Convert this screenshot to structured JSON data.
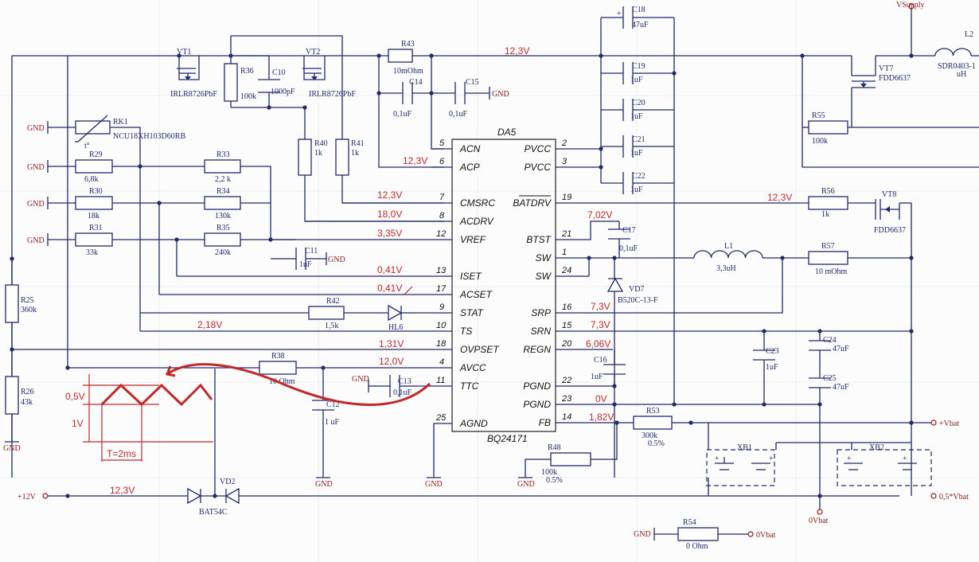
{
  "ic": {
    "ref": "DA5",
    "part": "BQ24171",
    "left_pins": [
      {
        "name": "ACN",
        "num": "5"
      },
      {
        "name": "ACP",
        "num": "6"
      },
      {
        "name": "CMSRC",
        "num": "7"
      },
      {
        "name": "ACDRV",
        "num": "8"
      },
      {
        "name": "VREF",
        "num": "12"
      },
      {
        "name": "ISET",
        "num": "13"
      },
      {
        "name": "ACSET",
        "num": "17"
      },
      {
        "name": "STAT",
        "num": "9"
      },
      {
        "name": "TS",
        "num": "10"
      },
      {
        "name": "OVPSET",
        "num": "18"
      },
      {
        "name": "AVCC",
        "num": "4"
      },
      {
        "name": "TTC",
        "num": "11"
      },
      {
        "name": "AGND",
        "num": "25"
      }
    ],
    "right_pins": [
      {
        "name": "PVCC",
        "num": "2"
      },
      {
        "name": "PVCC",
        "num": "3"
      },
      {
        "name": "BATDRV",
        "num": "19"
      },
      {
        "name": "BTST",
        "num": "21"
      },
      {
        "name": "SW",
        "num": "1"
      },
      {
        "name": "SW",
        "num": "24"
      },
      {
        "name": "SRP",
        "num": "16"
      },
      {
        "name": "SRN",
        "num": "15"
      },
      {
        "name": "REGN",
        "num": "20"
      },
      {
        "name": "PGND",
        "num": "22"
      },
      {
        "name": "PGND",
        "num": "23"
      },
      {
        "name": "FB",
        "num": "14"
      }
    ]
  },
  "resistors": [
    {
      "ref": "R36",
      "val": "100k"
    },
    {
      "ref": "R43",
      "val": "10mOhm"
    },
    {
      "ref": "R29",
      "val": "6,8k"
    },
    {
      "ref": "R33",
      "val": "2,2 k"
    },
    {
      "ref": "R30",
      "val": "18k"
    },
    {
      "ref": "R34",
      "val": "130k"
    },
    {
      "ref": "R31",
      "val": "33k"
    },
    {
      "ref": "R35",
      "val": "240k"
    },
    {
      "ref": "R40",
      "val": "1k"
    },
    {
      "ref": "R41",
      "val": "1k"
    },
    {
      "ref": "R42",
      "val": "1,5k"
    },
    {
      "ref": "R38",
      "val": "10 Ohm"
    },
    {
      "ref": "R25",
      "val": "360k"
    },
    {
      "ref": "R26",
      "val": "43k"
    },
    {
      "ref": "R55",
      "val": "100k"
    },
    {
      "ref": "R56",
      "val": "1k"
    },
    {
      "ref": "R57",
      "val": "10 mOhm"
    },
    {
      "ref": "R53",
      "val": "300k",
      "tol": "0.5%"
    },
    {
      "ref": "R48",
      "val": "100k",
      "tol": "0.5%"
    },
    {
      "ref": "R54",
      "val": "0 Ohm"
    }
  ],
  "capacitors": [
    {
      "ref": "C10",
      "val": "1000pF"
    },
    {
      "ref": "C14",
      "val": "0,1uF"
    },
    {
      "ref": "C15",
      "val": "0,1uF"
    },
    {
      "ref": "C11",
      "val": "1uF"
    },
    {
      "ref": "C13",
      "val": "0,1uF"
    },
    {
      "ref": "C12",
      "val": "1 uF"
    },
    {
      "ref": "C18",
      "val": "47uF"
    },
    {
      "ref": "C19",
      "val": "1uF"
    },
    {
      "ref": "C20",
      "val": "1uF"
    },
    {
      "ref": "C21",
      "val": "1uF"
    },
    {
      "ref": "C22",
      "val": "1uF"
    },
    {
      "ref": "C17",
      "val": "0,1uF"
    },
    {
      "ref": "C16",
      "val": "1uF"
    },
    {
      "ref": "C23",
      "val": "1uF"
    },
    {
      "ref": "C24",
      "val": "47uF"
    },
    {
      "ref": "C25",
      "val": "47uF"
    }
  ],
  "transistors": [
    {
      "ref": "VT1",
      "part": "IRLR8726PbF"
    },
    {
      "ref": "VT2",
      "part": "IRLR8726PbF"
    },
    {
      "ref": "VT7",
      "part": "FDD6637"
    },
    {
      "ref": "VT8",
      "part": "FDD6637"
    }
  ],
  "diodes": [
    {
      "ref": "VD7",
      "part": "B520C-13-F"
    },
    {
      "ref": "VD2",
      "part": "BAT54C"
    },
    {
      "ref": "HL6",
      "part": ""
    }
  ],
  "inductors": [
    {
      "ref": "L1",
      "val": "3,3uH"
    },
    {
      "ref": "L2",
      "part": "SDR0403-1",
      "val": "uH"
    }
  ],
  "thermistor": {
    "ref": "RK1",
    "part": "NCU18XH103D60RB",
    "sym": "t°"
  },
  "connectors": [
    {
      "ref": "XB1"
    },
    {
      "ref": "XB2"
    }
  ],
  "nets": {
    "gnd": "GND",
    "vsupply": "VSupply",
    "p12v": "+12V",
    "vbat": "+Vbat",
    "half_vbat": "0,5*Vbat",
    "zero_vbat": "0Vbat",
    "zero_vbat2": "0Vbat"
  },
  "voltages": {
    "rail": "12,3V",
    "acp": "12,3V",
    "cmsrc": "12,3V",
    "acdrv": "18,0V",
    "vref": "3,35V",
    "iset": "0,41V",
    "acset": "0,41V",
    "ts": "2,18V",
    "ovpset": "1,31V",
    "avcc": "12,0V",
    "batdrv": "12,3V",
    "btst": "7,02V",
    "srp": "7,3V",
    "srn": "7,3V",
    "regn": "6,06V",
    "pgnd": "0V",
    "fb": "1,82V",
    "p12": "12,3V"
  },
  "waveform": {
    "amp_top": "0,5V",
    "amp_base": "1V",
    "period": "T=2ms",
    "color": "#c0282a"
  }
}
